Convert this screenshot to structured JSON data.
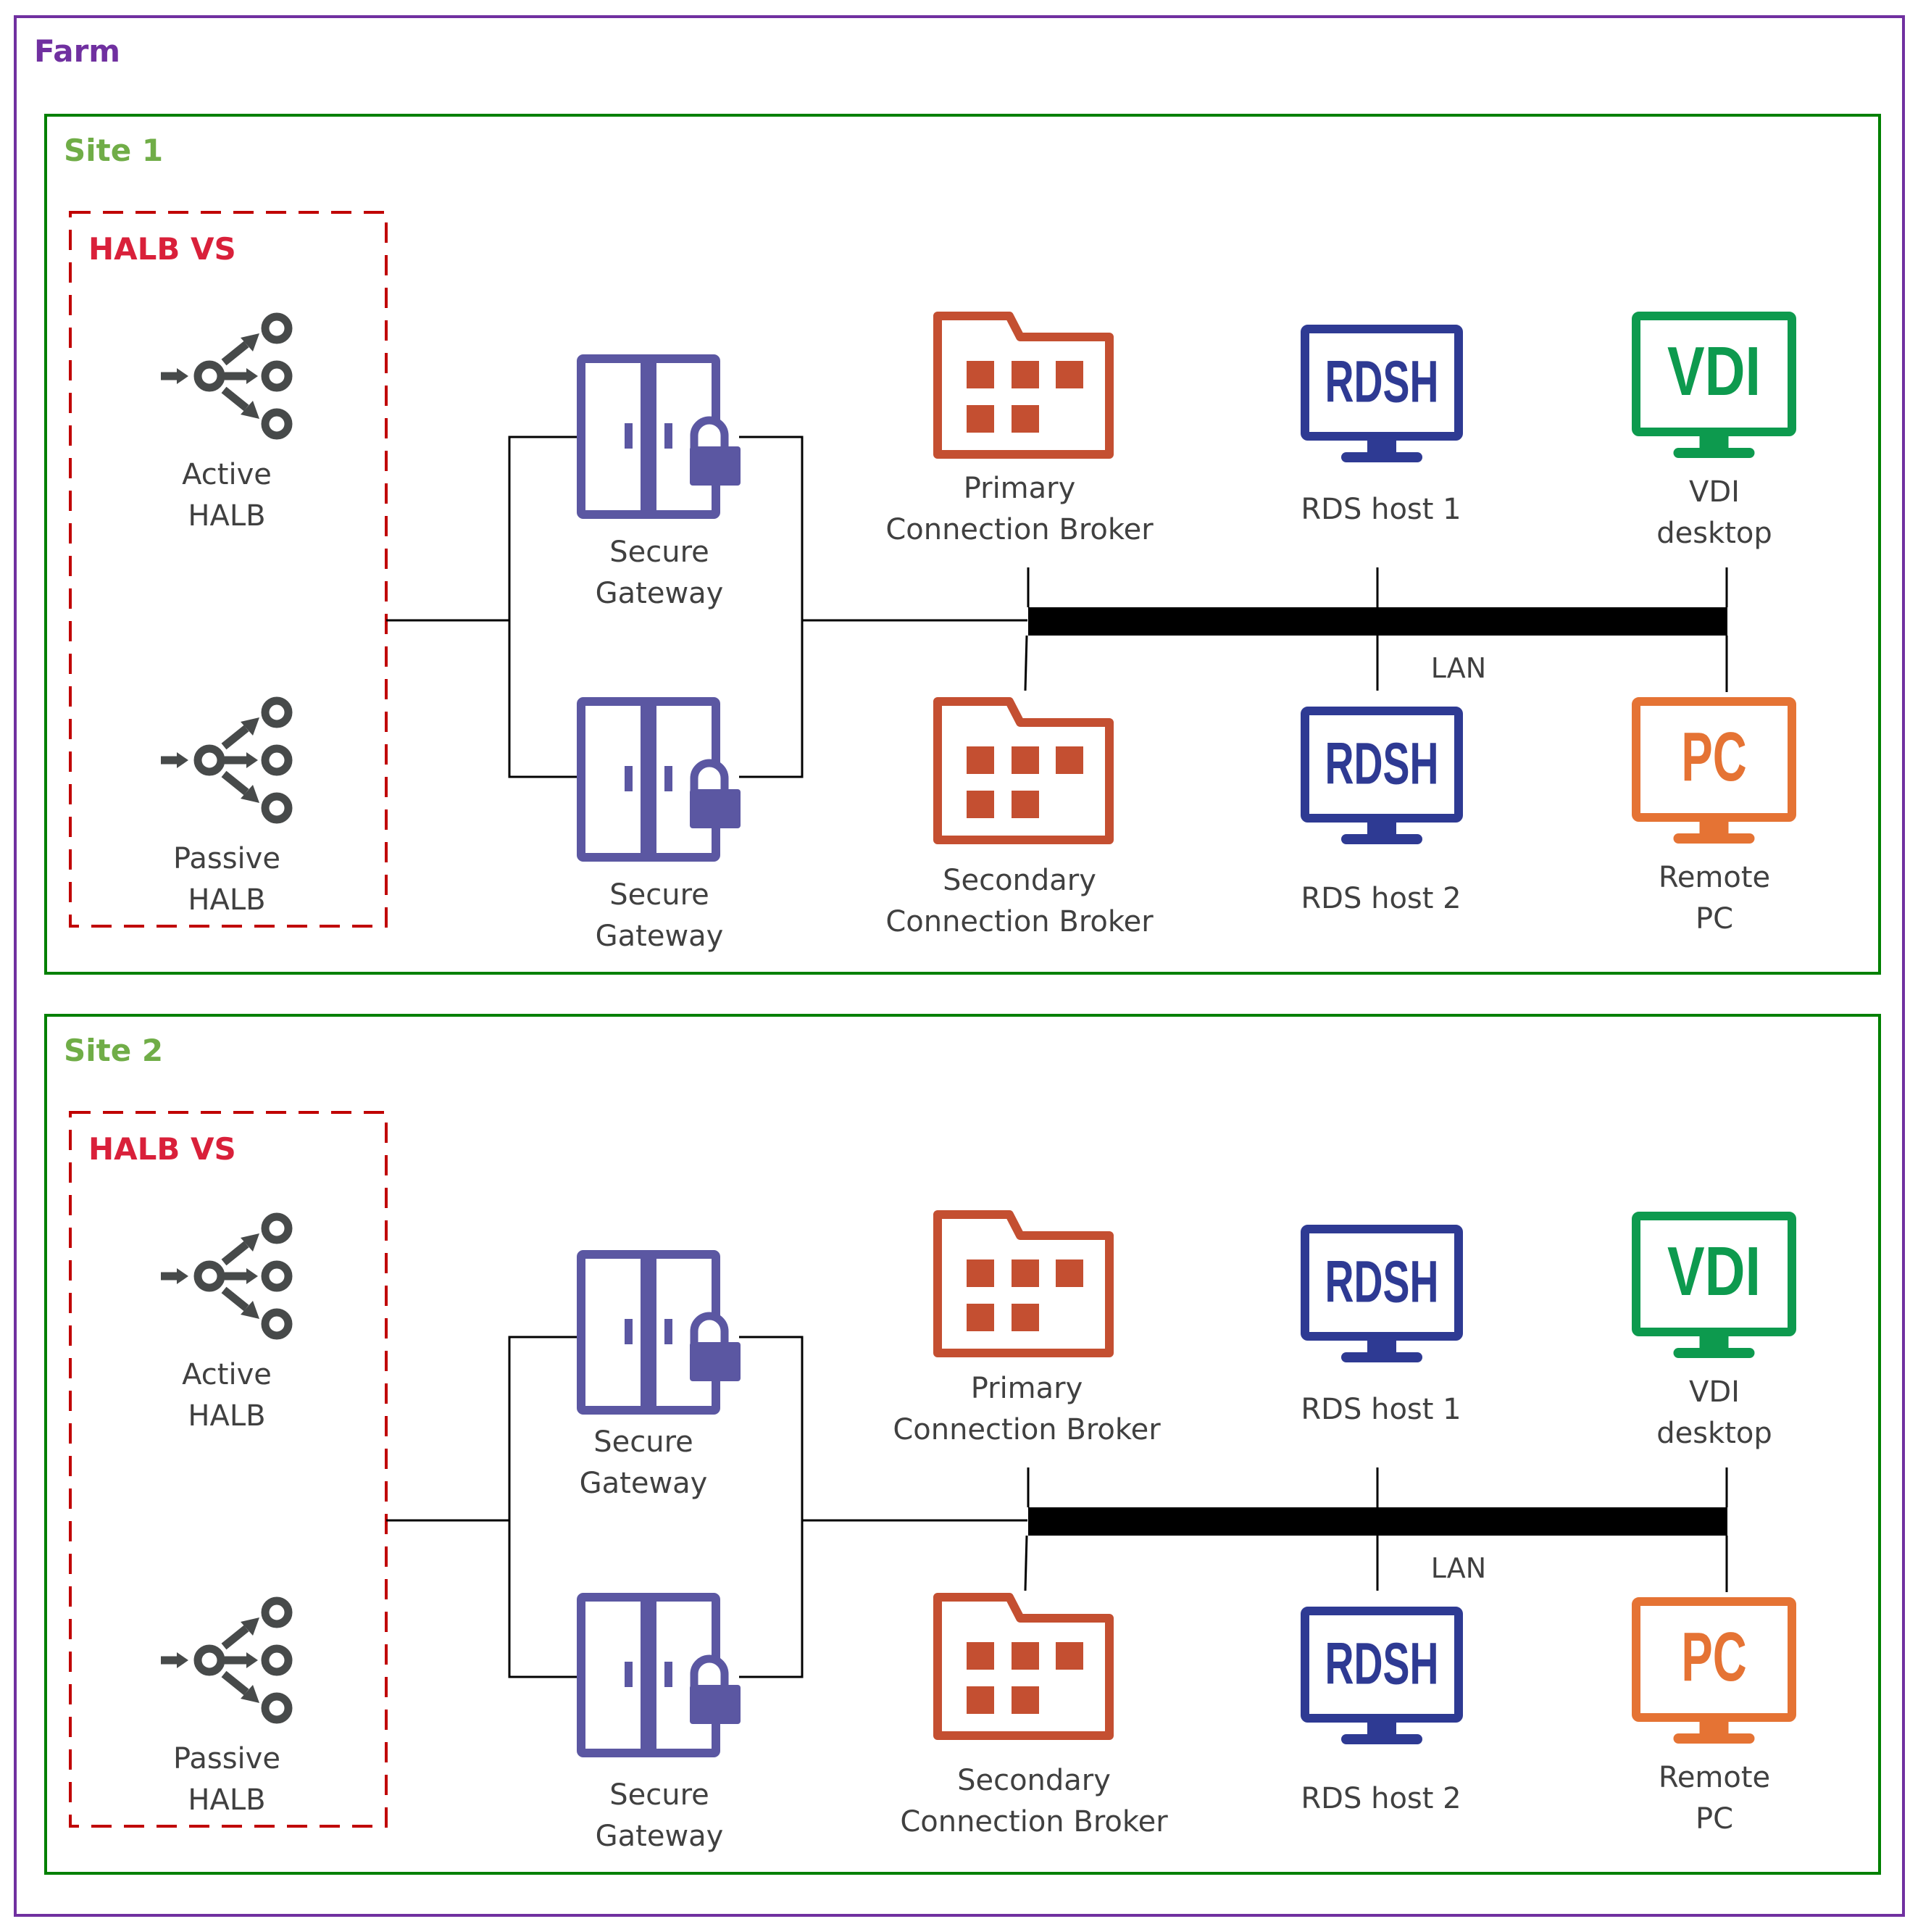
{
  "farm": {
    "label": "Farm",
    "color": "#7030a0"
  },
  "colors": {
    "site": "#008000",
    "site_label": "#70ad47",
    "halb_vs": "#c00000",
    "halb_vs_label": "#d9203a",
    "halb_icon": "#474a4a",
    "gateway": "#5b57a2",
    "broker": "#c44f31",
    "rdsh": "#2e3a93",
    "vdi": "#0d9a4e",
    "pc": "#e57334",
    "text": "#404040",
    "line": "#000000"
  },
  "sites": [
    {
      "label": "Site 1",
      "halb_vs_label": "HALB VS",
      "active_halb": [
        "Active",
        "HALB"
      ],
      "passive_halb": [
        "Passive",
        "HALB"
      ],
      "gateway_top": [
        "Secure",
        "Gateway"
      ],
      "gateway_bottom": [
        "Secure",
        "Gateway"
      ],
      "primary_broker": [
        "Primary",
        "Connection Broker"
      ],
      "secondary_broker": [
        "Secondary",
        "Connection Broker"
      ],
      "rds_host_1": "RDS host 1",
      "rds_host_2": "RDS host 2",
      "vdi_desktop": [
        "VDI",
        "desktop"
      ],
      "remote_pc": [
        "Remote",
        "PC"
      ],
      "lan_label": "LAN"
    },
    {
      "label": "Site 2",
      "halb_vs_label": "HALB VS",
      "active_halb": [
        "Active",
        "HALB"
      ],
      "passive_halb": [
        "Passive",
        "HALB"
      ],
      "gateway_top": [
        "Secure",
        "Gateway"
      ],
      "gateway_bottom": [
        "Secure",
        "Gateway"
      ],
      "primary_broker": [
        "Primary",
        "Connection Broker"
      ],
      "secondary_broker": [
        "Secondary",
        "Connection Broker"
      ],
      "rds_host_1": "RDS host 1",
      "rds_host_2": "RDS host 2",
      "vdi_desktop": [
        "VDI",
        "desktop"
      ],
      "remote_pc": [
        "Remote",
        "PC"
      ],
      "lan_label": "LAN"
    }
  ],
  "icons": {
    "halb": "load-balancer-icon",
    "gateway": "secure-gateway-lock-icon",
    "broker": "connection-broker-folder-icon",
    "rdsh": {
      "name": "rdsh-monitor-icon",
      "text": "RDSH"
    },
    "vdi": {
      "name": "vdi-monitor-icon",
      "text": "VDI"
    },
    "pc": {
      "name": "pc-monitor-icon",
      "text": "PC"
    }
  }
}
